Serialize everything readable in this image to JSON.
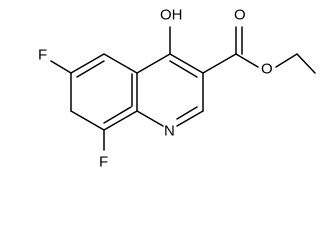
{
  "atoms": {
    "oh": "OH",
    "carbonyl_o": "O",
    "ester_o": "O",
    "nitrogen": "N",
    "fluorine_6": "F",
    "fluorine_8": "F"
  }
}
